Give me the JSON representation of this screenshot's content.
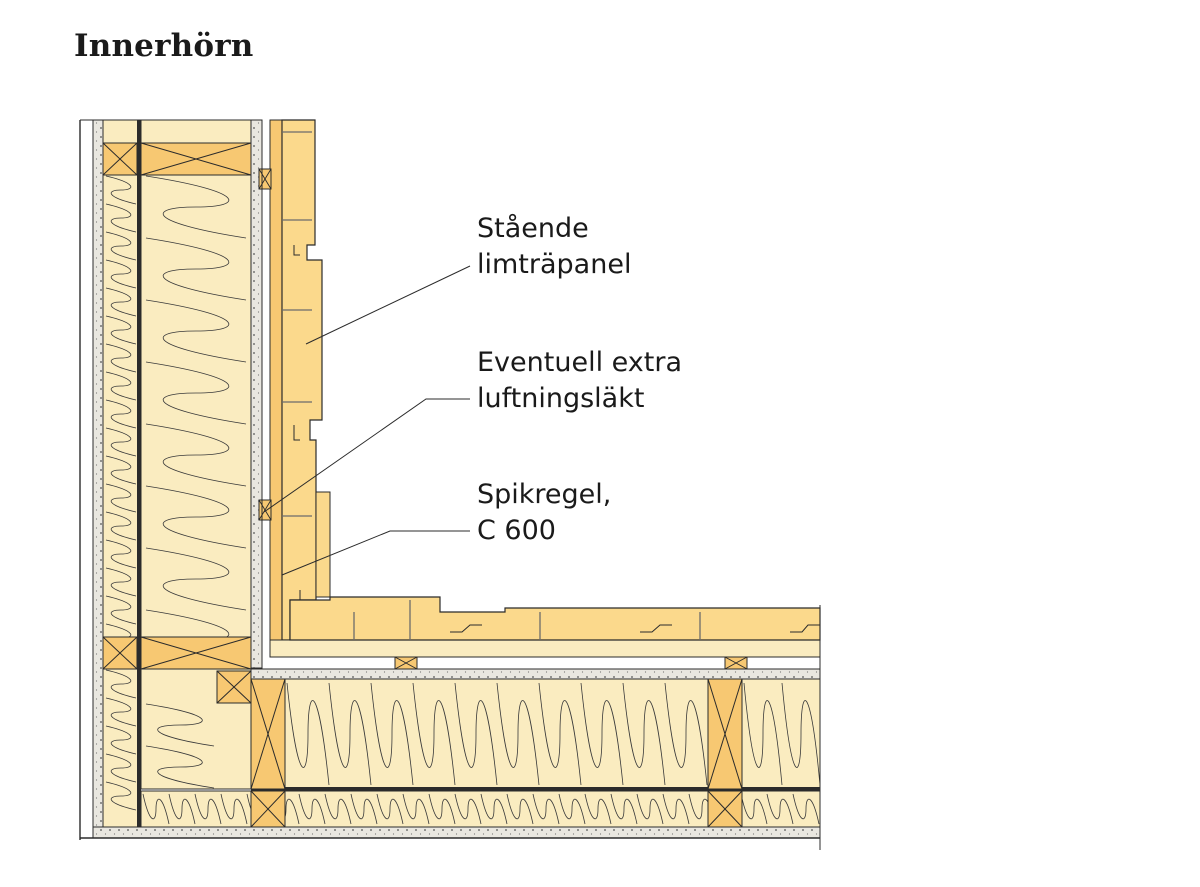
{
  "title": "Innerhörn",
  "labels": {
    "panel": {
      "line1": "Stående",
      "line2": "limträpanel"
    },
    "ventilation": {
      "line1": "Eventuell extra",
      "line2": "luftningsläkt"
    },
    "nailing": {
      "line1": "Spikregel,",
      "line2": "C 600"
    }
  },
  "colors": {
    "insulation": "#faecc0",
    "timber": "#f7c872",
    "panel": "#fbd98c",
    "board": "#e9e7e0",
    "ink": "#2b2b2b"
  }
}
